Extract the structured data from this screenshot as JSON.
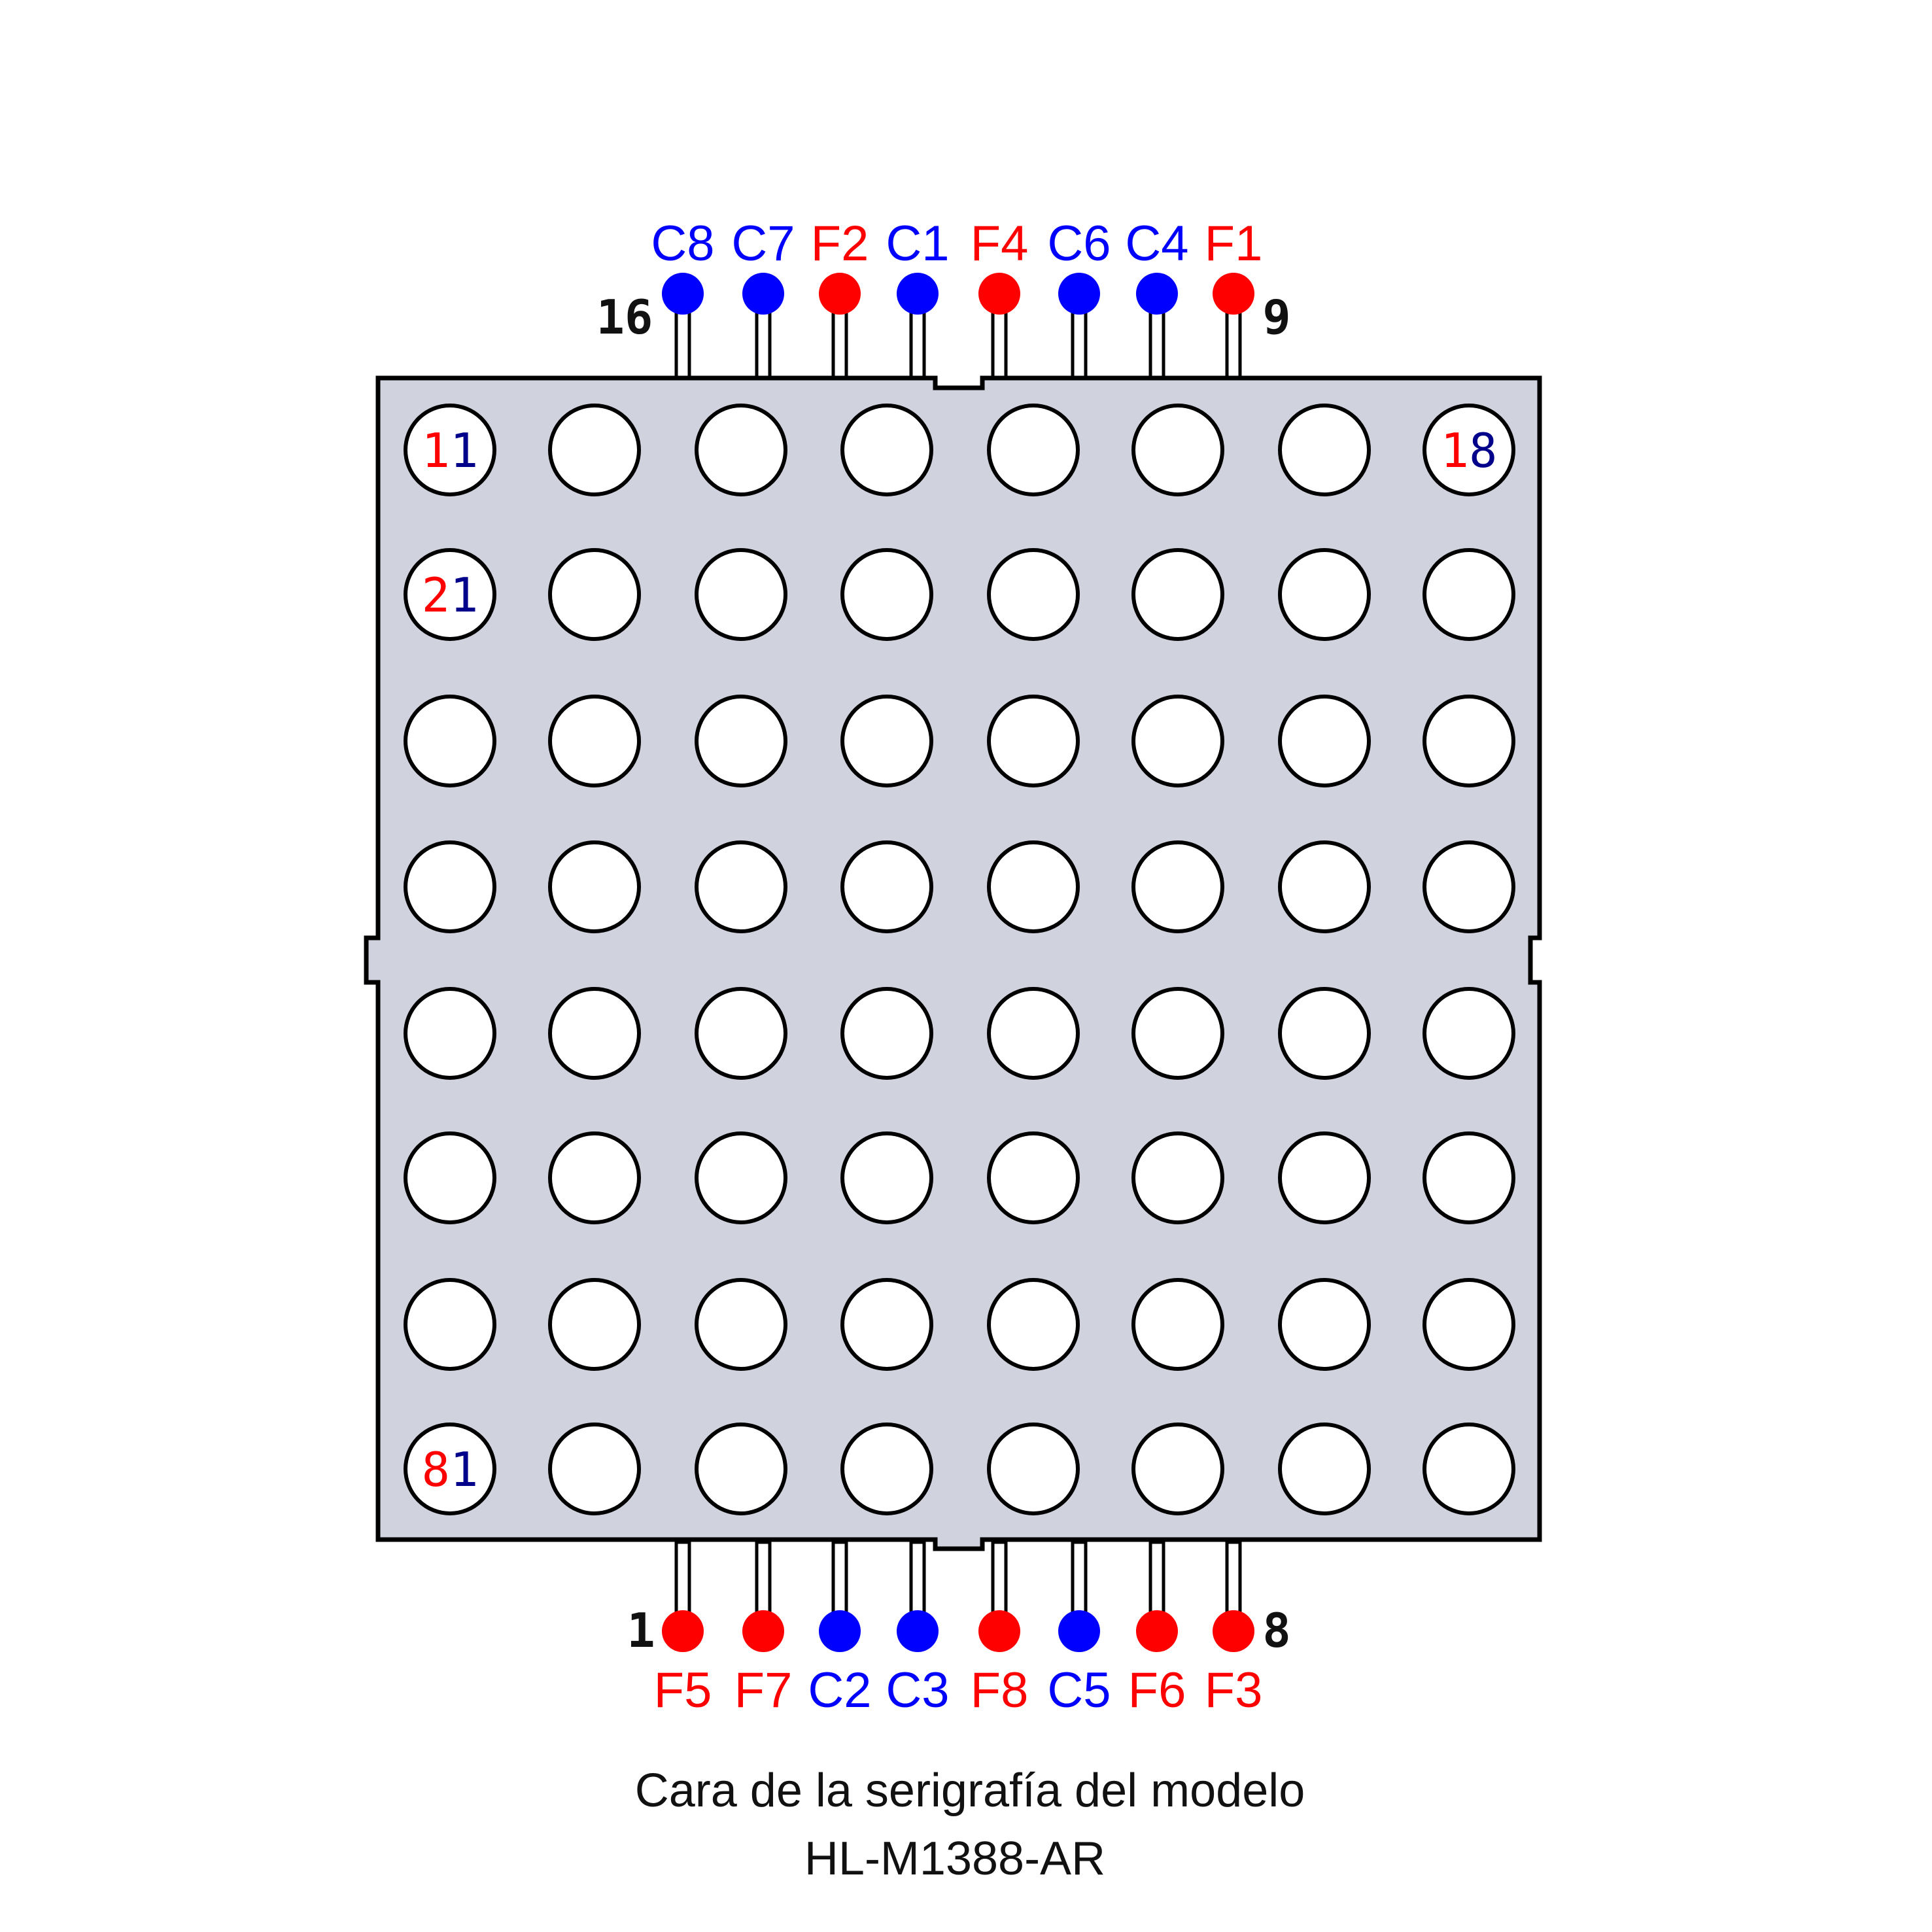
{
  "colors": {
    "row": "#ff0000",
    "column": "#0000ff",
    "board": "#d0d2de",
    "digit_second": "#00008b"
  },
  "top_pins": [
    {
      "label": "C8",
      "type": "column"
    },
    {
      "label": "C7",
      "type": "column"
    },
    {
      "label": "F2",
      "type": "row"
    },
    {
      "label": "C1",
      "type": "column"
    },
    {
      "label": "F4",
      "type": "row"
    },
    {
      "label": "C6",
      "type": "column"
    },
    {
      "label": "C4",
      "type": "column"
    },
    {
      "label": "F1",
      "type": "row"
    }
  ],
  "bottom_pins": [
    {
      "label": "F5",
      "type": "row"
    },
    {
      "label": "F7",
      "type": "row"
    },
    {
      "label": "C2",
      "type": "column"
    },
    {
      "label": "C3",
      "type": "column"
    },
    {
      "label": "F8",
      "type": "row"
    },
    {
      "label": "C5",
      "type": "column"
    },
    {
      "label": "F6",
      "type": "row"
    },
    {
      "label": "F3",
      "type": "row"
    }
  ],
  "pin_numbers": {
    "top_left": "16",
    "top_right": "9",
    "bottom_left": "1",
    "bottom_right": "8"
  },
  "grid": {
    "rows": 8,
    "cols": 8
  },
  "led_labels": [
    {
      "row": 1,
      "col": 1,
      "first": "1",
      "second": "1"
    },
    {
      "row": 1,
      "col": 8,
      "first": "1",
      "second": "8"
    },
    {
      "row": 2,
      "col": 1,
      "first": "2",
      "second": "1"
    },
    {
      "row": 8,
      "col": 1,
      "first": "8",
      "second": "1"
    }
  ],
  "caption": {
    "line1": "Cara de la serigrafía del modelo",
    "line2": "HL-M1388-AR"
  }
}
